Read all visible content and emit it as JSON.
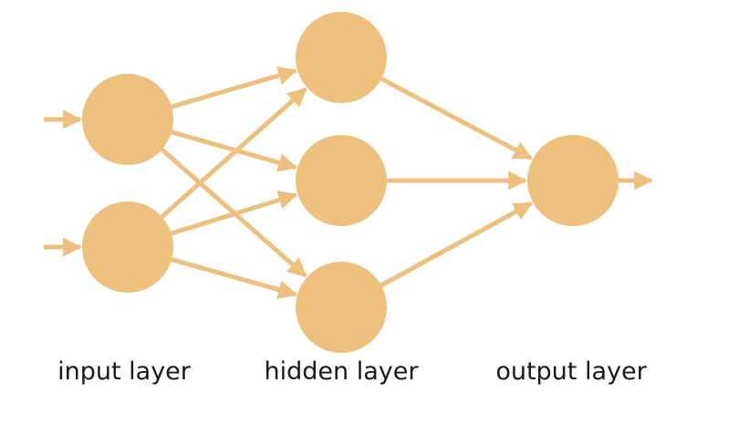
{
  "colors": {
    "node": "#EEC07E",
    "edge": "#EEC07E",
    "text": "#1a1a1a",
    "background": "#ffffff"
  },
  "layers": [
    {
      "id": "input",
      "label": "input layer",
      "nodes": 2
    },
    {
      "id": "hidden",
      "label": "hidden layer",
      "nodes": 3
    },
    {
      "id": "output",
      "label": "output layer",
      "nodes": 1
    }
  ],
  "connections": "fully-connected",
  "external_arrows": {
    "into_input_nodes": true,
    "out_of_output_node": true
  }
}
